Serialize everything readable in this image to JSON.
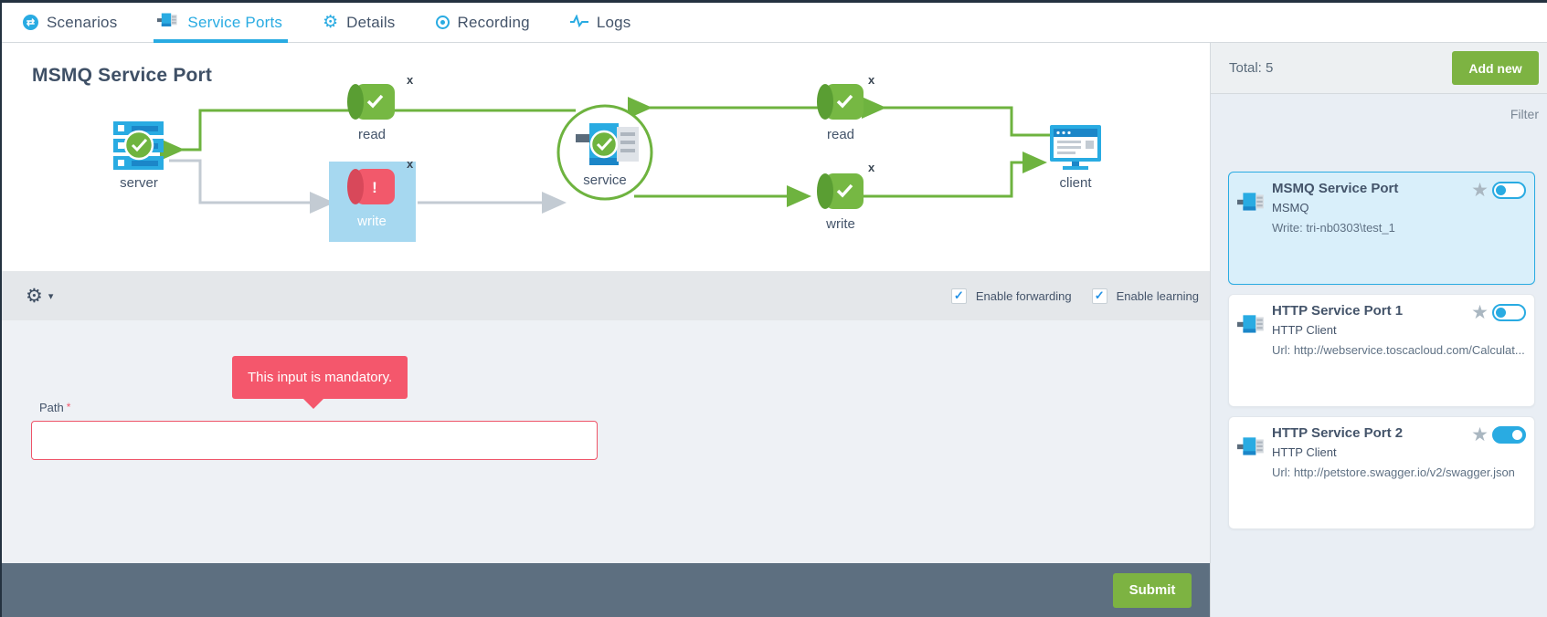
{
  "nav": {
    "tabs": [
      {
        "label": "Scenarios",
        "icon": "swap-arrows-icon",
        "active": false
      },
      {
        "label": "Service Ports",
        "icon": "plug-icon",
        "active": true
      },
      {
        "label": "Details",
        "icon": "gear-icon",
        "active": false
      },
      {
        "label": "Recording",
        "icon": "record-icon",
        "active": false
      },
      {
        "label": "Logs",
        "icon": "pulse-icon",
        "active": false
      }
    ]
  },
  "diagram": {
    "title": "MSMQ Service Port",
    "close_marker": "x",
    "nodes": {
      "server": "server",
      "read_left": "read",
      "write_left": "write",
      "service": "service",
      "read_right": "read",
      "write_right": "write",
      "client": "client"
    }
  },
  "toolbar": {
    "checkboxes": [
      {
        "label": "Enable forwarding",
        "checked": true
      },
      {
        "label": "Enable learning",
        "checked": true
      }
    ]
  },
  "form": {
    "tooltip": "This input is mandatory.",
    "path_label": "Path",
    "required_mark": "*",
    "path_value": "",
    "submit_label": "Submit"
  },
  "sidebar": {
    "total_label": "Total: 5",
    "add_new_label": "Add new",
    "filter_label": "Filter",
    "cards": [
      {
        "title": "MSMQ Service Port",
        "subtitle": "MSMQ",
        "detail": "Write: tri-nb0303\\test_1",
        "selected": true,
        "toggle_on": false
      },
      {
        "title": "HTTP Service Port 1",
        "subtitle": "HTTP Client",
        "detail": "Url: http://webservice.toscacloud.com/Calculat...",
        "selected": false,
        "toggle_on": false
      },
      {
        "title": "HTTP Service Port 2",
        "subtitle": "HTTP Client",
        "detail": "Url: http://petstore.swagger.io/v2/swagger.json",
        "selected": false,
        "toggle_on": true
      }
    ]
  },
  "icons": {
    "check": "✓",
    "star": "★",
    "gear": "⚙",
    "caret": "▾",
    "swap": "⇄"
  },
  "colors": {
    "accent": "#29abe2",
    "green_button": "#7db342",
    "green_flow": "#6eb33f",
    "error_red": "#f4576c",
    "footer_dark": "#5d6f80"
  }
}
